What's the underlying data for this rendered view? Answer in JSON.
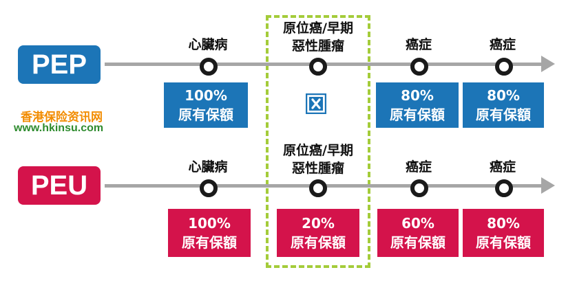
{
  "colors": {
    "pep": "#1c75b7",
    "peu": "#d4134b",
    "timeline": "#a6a6a6",
    "highlight": "#a4cc3a",
    "watermark_cn": "#f28c00",
    "watermark_url": "#2e8b2e"
  },
  "watermark": {
    "cn": "香港保险资讯网",
    "url": "www.hkinsu.com"
  },
  "pep": {
    "label": "PEP",
    "events": [
      {
        "line1": "心臟病",
        "line2": ""
      },
      {
        "line1": "原位癌/早期",
        "line2": "惡性腫瘤"
      },
      {
        "line1": "癌症",
        "line2": ""
      },
      {
        "line1": "癌症",
        "line2": ""
      }
    ],
    "payouts": [
      {
        "pct": "100%",
        "text": "原有保額"
      },
      {
        "pct": "80%",
        "text": "原有保額"
      },
      {
        "pct": "80%",
        "text": "原有保額"
      }
    ],
    "excluded_icon": "x-box-icon"
  },
  "peu": {
    "label": "PEU",
    "events": [
      {
        "line1": "心臟病",
        "line2": ""
      },
      {
        "line1": "原位癌/早期",
        "line2": "惡性腫瘤"
      },
      {
        "line1": "癌症",
        "line2": ""
      },
      {
        "line1": "癌症",
        "line2": ""
      }
    ],
    "payouts": [
      {
        "pct": "100%",
        "text": "原有保額"
      },
      {
        "pct": "20%",
        "text": "原有保額"
      },
      {
        "pct": "60%",
        "text": "原有保額"
      },
      {
        "pct": "80%",
        "text": "原有保額"
      }
    ]
  }
}
